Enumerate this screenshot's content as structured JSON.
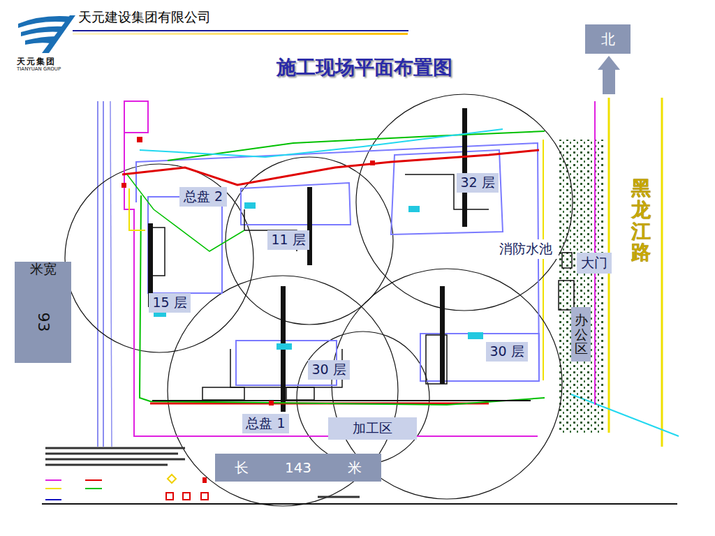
{
  "diagram": {
    "title": "施工现场平面布置图",
    "nodes": [
      {
        "text": [
          "北"
        ]
      },
      {
        "text": [
          "32 层"
        ]
      },
      {
        "text": [
          "总盘 2"
        ]
      },
      {
        "text": [
          "11 层"
        ]
      },
      {
        "text": [
          "消防水池"
        ]
      },
      {
        "text": [
          "大门"
        ]
      },
      {
        "text": [
          "米宽",
          "93"
        ]
      },
      {
        "text": [
          "15 层"
        ]
      },
      {
        "text": [
          "办公区"
        ]
      },
      {
        "text": [
          "30 层"
        ]
      },
      {
        "text": [
          "30 层"
        ]
      },
      {
        "text": [
          "总盘 1"
        ]
      },
      {
        "text": [
          "加工区"
        ]
      },
      {
        "text": [
          "长 143 米"
        ]
      }
    ],
    "labels": [
      "天元建设集团有限公司",
      "天元集团",
      "TIANYUAN GROUP",
      "黑龙江路"
    ]
  }
}
